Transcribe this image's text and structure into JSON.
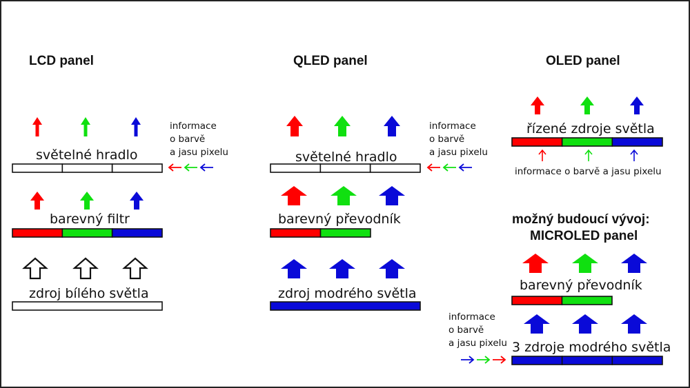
{
  "colors": {
    "red": "#ff0000",
    "green": "#10e010",
    "blue": "#0a0ad8",
    "white": "#ffffff",
    "outline": "#111111"
  },
  "lcd": {
    "title": "LCD panel",
    "gate_label": "světelné hradlo",
    "info_text": [
      "informace",
      "o barvě",
      "a jasu pixelu"
    ],
    "filter_label": "barevný filtr",
    "source_label": "zdroj bílého světla"
  },
  "qled": {
    "title": "QLED panel",
    "gate_label": "světelné hradlo",
    "info_text": [
      "informace",
      "o barvě",
      "a jasu pixelu"
    ],
    "converter_label": "barevný převodník",
    "source_label": "zdroj modrého světla"
  },
  "oled": {
    "title": "OLED panel",
    "sources_label": "řízené zdroje světla",
    "info_text": "informace o barvě a jasu pixelu"
  },
  "microled": {
    "title_line1": "možný budoucí vývoj:",
    "title_line2": "MICROLED panel",
    "converter_label": "barevný převodník",
    "info_text": [
      "informace",
      "o barvě",
      "a jasu pixelu"
    ],
    "sources_label": "3 zdroje modrého světla"
  }
}
